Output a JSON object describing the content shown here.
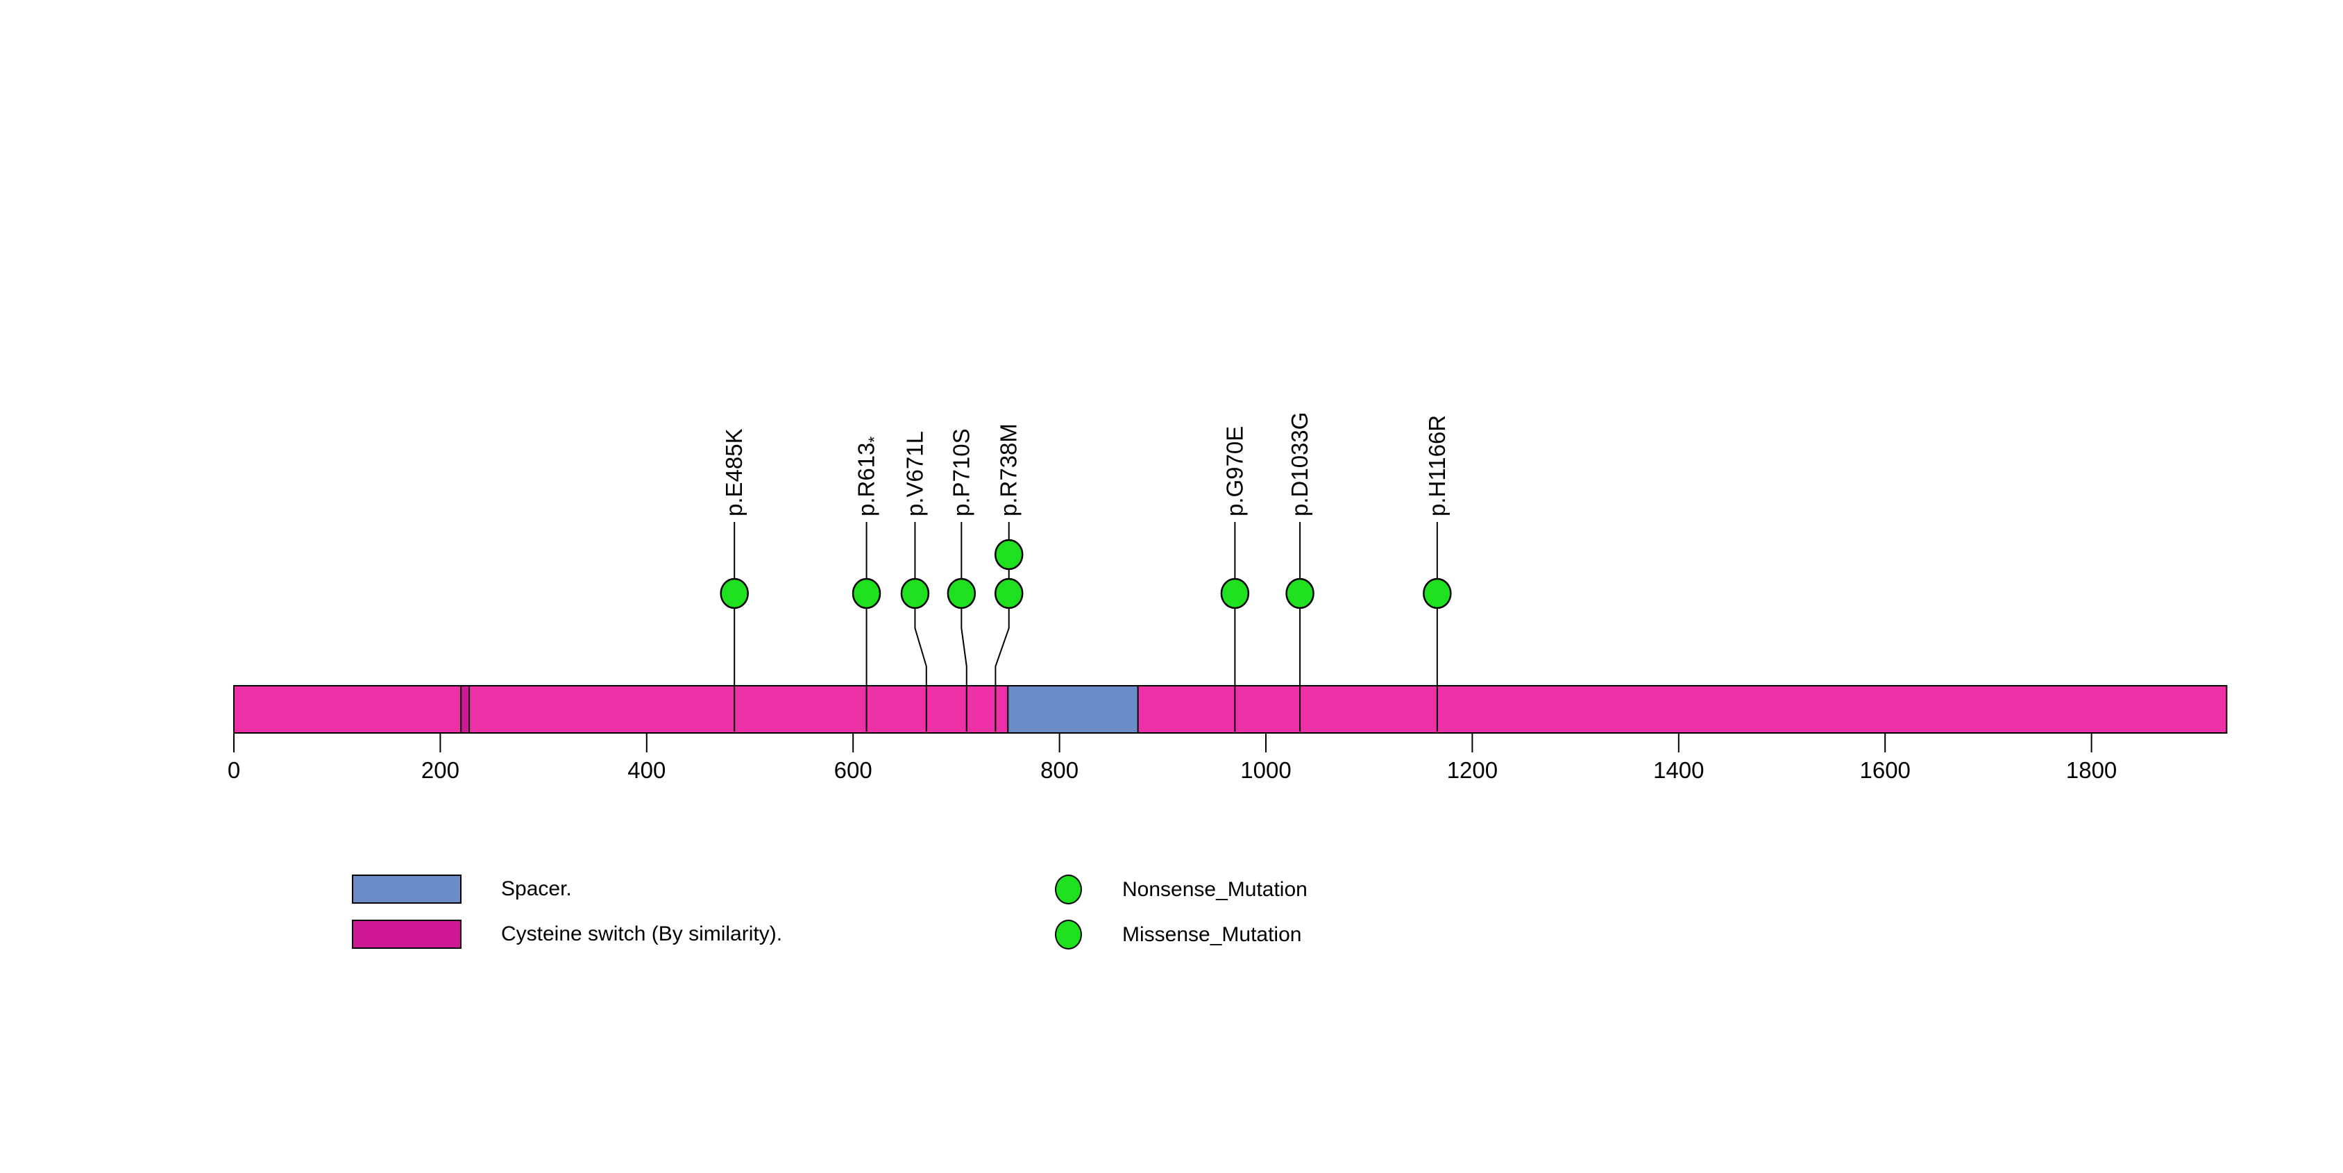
{
  "chart_data": {
    "type": "scatter",
    "subtype": "protein-lollipop-mutation-diagram",
    "title": "",
    "xlabel": "",
    "ylabel": "",
    "xlim": [
      0,
      1931
    ],
    "x_ticks": [
      0,
      200,
      400,
      600,
      800,
      1000,
      1200,
      1400,
      1600,
      1800
    ],
    "grid": false,
    "protein": {
      "length": 1931,
      "backbone_color": "#EE30A7",
      "domains": [
        {
          "name": "Cysteine switch (By similarity).",
          "start": 220,
          "end": 228,
          "color": "#CE1894"
        },
        {
          "name": "Spacer.",
          "start": 750,
          "end": 876,
          "color": "#6C8CC7"
        }
      ]
    },
    "marker_color": "#1EE01E",
    "mutations": [
      {
        "label": "p.E485K",
        "suffix": "",
        "position": 485,
        "display_position": 485,
        "count": 1,
        "type": "Missense_Mutation"
      },
      {
        "label": "p.R613",
        "suffix": "*",
        "position": 613,
        "display_position": 613,
        "count": 1,
        "type": "Nonsense_Mutation"
      },
      {
        "label": "p.V671L",
        "suffix": "",
        "position": 671,
        "display_position": 660,
        "count": 1,
        "type": "Missense_Mutation"
      },
      {
        "label": "p.P710S",
        "suffix": "",
        "position": 710,
        "display_position": 705,
        "count": 1,
        "type": "Missense_Mutation"
      },
      {
        "label": "p.R738M",
        "suffix": "",
        "position": 738,
        "display_position": 751,
        "count": 2,
        "type": "Missense_Mutation"
      },
      {
        "label": "p.G970E",
        "suffix": "",
        "position": 970,
        "display_position": 970,
        "count": 1,
        "type": "Missense_Mutation"
      },
      {
        "label": "p.D1033G",
        "suffix": "",
        "position": 1033,
        "display_position": 1033,
        "count": 1,
        "type": "Missense_Mutation"
      },
      {
        "label": "p.H1166R",
        "suffix": "",
        "position": 1166,
        "display_position": 1166,
        "count": 1,
        "type": "Missense_Mutation"
      }
    ],
    "legend": {
      "domains": [
        {
          "label": "Spacer.",
          "color": "#6C8CC7"
        },
        {
          "label": "Cysteine switch (By similarity).",
          "color": "#CE1894"
        }
      ],
      "mutation_types": [
        {
          "label": "Nonsense_Mutation",
          "color": "#1EE01E"
        },
        {
          "label": "Missense_Mutation",
          "color": "#1EE01E"
        }
      ]
    }
  }
}
